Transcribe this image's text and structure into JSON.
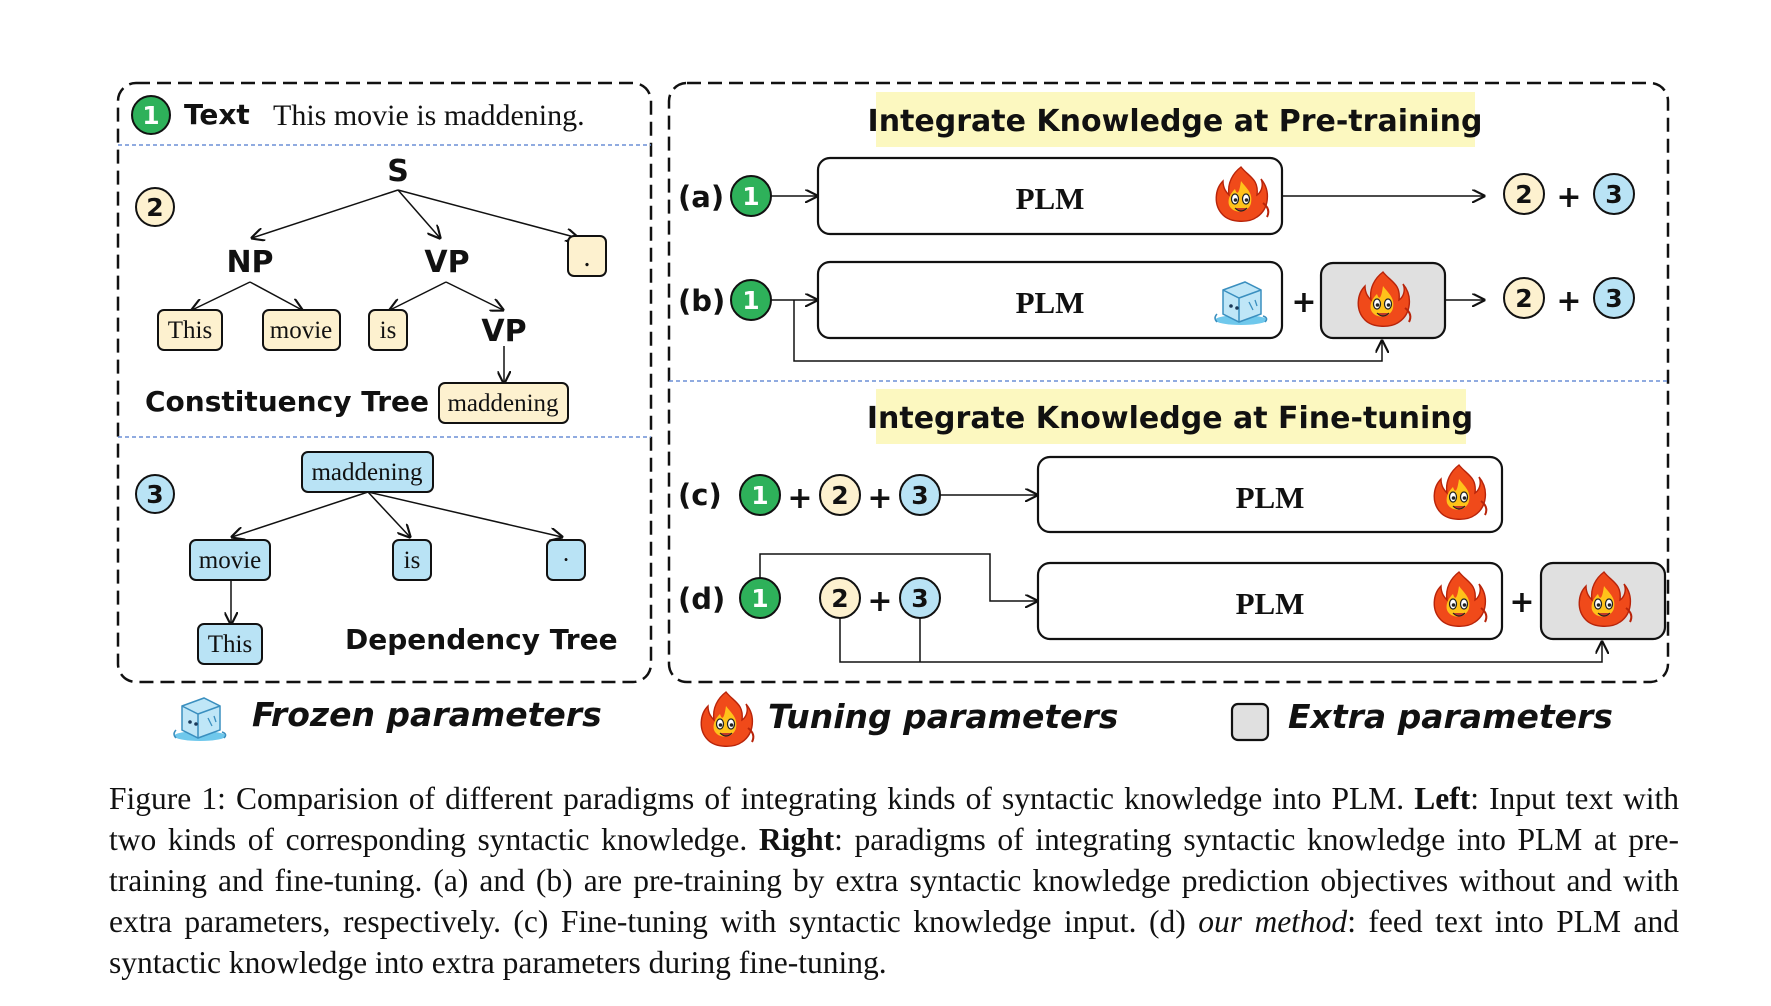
{
  "left_panel": {
    "text_marker": "1",
    "text_label": "Text",
    "sentence": "This movie is maddening.",
    "constituency": {
      "marker": "2",
      "label": "Constituency Tree",
      "root": "S",
      "np": "NP",
      "vp": "VP",
      "vp2": "VP",
      "period": ".",
      "leaf_this": "This",
      "leaf_movie": "movie",
      "leaf_is": "is",
      "leaf_maddening": "maddening"
    },
    "dependency": {
      "marker": "3",
      "label": "Dependency Tree",
      "root": "maddening",
      "movie": "movie",
      "is": "is",
      "period": "·",
      "this": "This"
    }
  },
  "right_panel": {
    "pretraining_title": "Integrate Knowledge at Pre-training",
    "finetuning_title": "Integrate Knowledge at Fine-tuning",
    "row_a": {
      "label": "(a)",
      "input": "1",
      "plm": "PLM",
      "out1": "2",
      "plus": "+",
      "out2": "3"
    },
    "row_b": {
      "label": "(b)",
      "input": "1",
      "plm": "PLM",
      "plus": "+",
      "out1": "2",
      "out2": "3"
    },
    "row_c": {
      "label": "(c)",
      "in1": "1",
      "in2": "2",
      "in3": "3",
      "plus": "+",
      "plm": "PLM"
    },
    "row_d": {
      "label": "(d)",
      "in1": "1",
      "in2": "2",
      "in3": "3",
      "plus": "+",
      "plm": "PLM"
    }
  },
  "legend": {
    "frozen": "Frozen parameters",
    "tuning": "Tuning parameters",
    "extra": "Extra parameters"
  },
  "caption": {
    "prefix": "Figure 1: Comparision of different paradigms of integrating kinds of syntactic knowledge into PLM. ",
    "left_bold": "Left",
    "left_text": ": Input text with two kinds of corresponding syntactic knowledge. ",
    "right_bold": "Right",
    "right_text": ": paradigms of integrating syntactic knowledge into PLM at pre-training and fine-tuning. (a) and (b) are pre-training by extra syntactic knowledge prediction objectives without and with extra parameters, respectively. (c) Fine-tuning with syntactic knowledge input. (d) ",
    "method_italic": "our method",
    "suffix": ": feed text into PLM and syntactic knowledge into extra parameters during fine-tuning."
  },
  "colors": {
    "green": "#2eb15a",
    "cream": "#fdf1cf",
    "blue": "#b9e3f5",
    "yellow_highlight": "#fcf8c0",
    "extra_gray": "#e0e0e0",
    "divider_blue": "#6b8fd6"
  },
  "icons": [
    "fire-icon",
    "ice-cube-icon"
  ]
}
